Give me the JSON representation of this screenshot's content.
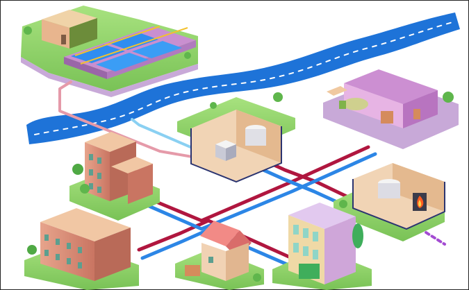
{
  "scene": {
    "kind": "isometric utility infrastructure illustration",
    "text_visible": []
  },
  "palette": {
    "river": "#1e73d8",
    "river_dash": "#ffffff",
    "hot_pipe": "#b0163f",
    "cold_pipe": "#2c86e6",
    "return_pipe": "#e59aa9",
    "light_cold_pipe": "#8ad0f2",
    "grass": "#8fd46a",
    "soil_edge": "#c8a9d8",
    "building_brick": "#d98570",
    "building_trim": "#f1c7a4",
    "roof_pink": "#d48ac6",
    "warehouse_roof": "#cc8fd2",
    "pool_water": "#2f8df0",
    "fire": "#ff5a1f",
    "magenta_pipe": "#a34bd2"
  },
  "objects": [
    {
      "id": "water-treatment-plant",
      "icon": "water-treatment-icon"
    },
    {
      "id": "river",
      "icon": "river-icon"
    },
    {
      "id": "warehouse-with-tanker-truck",
      "icon": "warehouse-icon"
    },
    {
      "id": "underground-water-reservoir",
      "icon": "reservoir-icon"
    },
    {
      "id": "boiler-plant-with-fire",
      "icon": "boiler-icon"
    },
    {
      "id": "brick-apartment-left",
      "icon": "apartment-icon"
    },
    {
      "id": "brick-apartment-bottom-left",
      "icon": "apartment-icon"
    },
    {
      "id": "pink-roof-house",
      "icon": "house-icon"
    },
    {
      "id": "modern-office-building",
      "icon": "office-icon"
    }
  ]
}
